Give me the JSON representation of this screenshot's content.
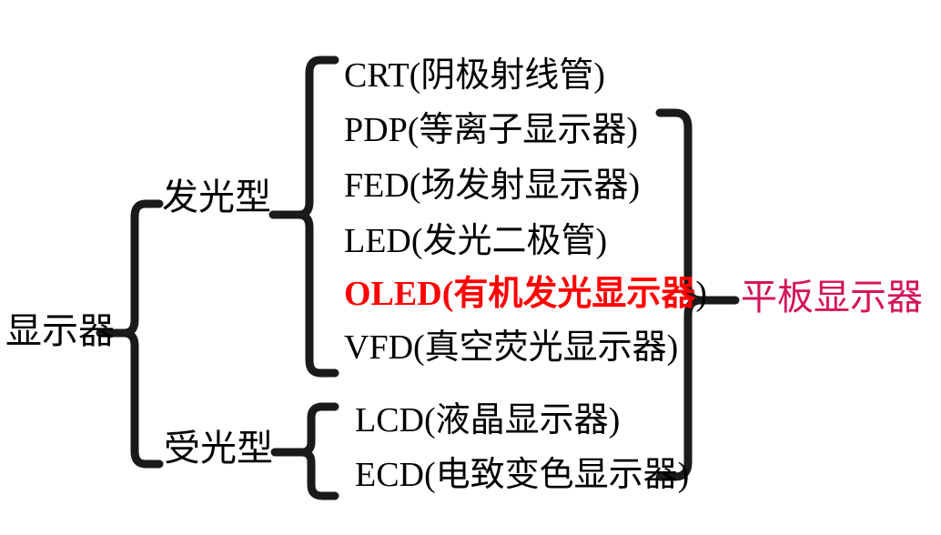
{
  "diagram": {
    "title_text_present": false,
    "root": {
      "label": "显示器"
    },
    "branches": [
      {
        "label": "发光型"
      },
      {
        "label": "受光型"
      }
    ],
    "emissive_leaves": [
      {
        "label": "CRT(阴极射线管)",
        "highlight": false
      },
      {
        "label": "PDP(等离子显示器)",
        "highlight": false
      },
      {
        "label": "FED(场发射显示器)",
        "highlight": false
      },
      {
        "label": "LED(发光二极管)",
        "highlight": false
      },
      {
        "label": "OLED(有机发光显示器",
        "tail": ")",
        "highlight": true
      },
      {
        "label": "VFD(真空荧光显示器)",
        "highlight": false
      }
    ],
    "receptive_leaves": [
      {
        "label": "LCD(液晶显示器)",
        "highlight": false
      },
      {
        "label": "ECD(电致变色显示器)",
        "highlight": false
      }
    ],
    "result": {
      "label": "平板显示器"
    },
    "colors": {
      "background": "#ffffff",
      "text": "#000000",
      "highlight": "#ff0000",
      "result": "#d4145a",
      "brace": "#1a1a1a"
    }
  }
}
